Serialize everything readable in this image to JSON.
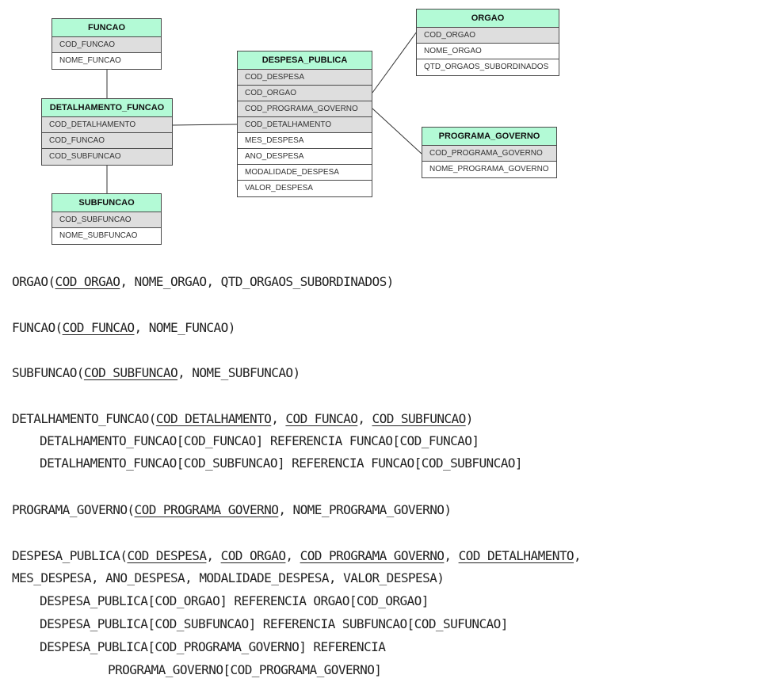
{
  "entities": {
    "funcao": {
      "title": "FUNCAO",
      "attrs": [
        "COD_FUNCAO",
        "NOME_FUNCAO"
      ]
    },
    "detalhamento": {
      "title": "DETALHAMENTO_FUNCAO",
      "attrs": [
        "COD_DETALHAMENTO",
        "COD_FUNCAO",
        "COD_SUBFUNCAO"
      ]
    },
    "subfuncao": {
      "title": "SUBFUNCAO",
      "attrs": [
        "COD_SUBFUNCAO",
        "NOME_SUBFUNCAO"
      ]
    },
    "despesa": {
      "title": "DESPESA_PUBLICA",
      "attrs": [
        "COD_DESPESA",
        "COD_ORGAO",
        "COD_PROGRAMA_GOVERNO",
        "COD_DETALHAMENTO",
        "MES_DESPESA",
        "ANO_DESPESA",
        "MODALIDADE_DESPESA",
        "VALOR_DESPESA"
      ]
    },
    "orgao": {
      "title": "ORGAO",
      "attrs": [
        "COD_ORGAO",
        "NOME_ORGAO",
        "QTD_ORGAOS_SUBORDINADOS"
      ]
    },
    "programa": {
      "title": "PROGRAMA_GOVERNO",
      "attrs": [
        "COD_PROGRAMA_GOVERNO",
        "NOME_PROGRAMA_GOVERNO"
      ]
    }
  },
  "schema": {
    "orgao": {
      "name": "ORGAO(",
      "k1": "COD_ORGAO",
      "rest": ", NOME_ORGAO, QTD_ORGAOS_SUBORDINADOS)"
    },
    "funcao": {
      "name": "FUNCAO(",
      "k1": "COD_FUNCAO",
      "rest": ", NOME_FUNCAO)"
    },
    "subfuncao": {
      "name": "SUBFUNCAO(",
      "k1": "COD_SUBFUNCAO",
      "rest": ", NOME_SUBFUNCAO)"
    },
    "detalhamento": {
      "name": "DETALHAMENTO_FUNCAO(",
      "k1": "COD_DETALHAMENTO",
      "sep1": ", ",
      "k2": "COD_FUNCAO",
      "sep2": ", ",
      "k3": "COD_SUBFUNCAO",
      "end": ")",
      "fk1": "DETALHAMENTO_FUNCAO[COD_FUNCAO] REFERENCIA FUNCAO[COD_FUNCAO]",
      "fk2": "DETALHAMENTO_FUNCAO[COD_SUBFUNCAO] REFERENCIA FUNCAO[COD_SUBFUNCAO]"
    },
    "programa": {
      "name": "PROGRAMA_GOVERNO(",
      "k1": "COD_PROGRAMA_GOVERNO",
      "rest": ", NOME_PROGRAMA_GOVERNO)"
    },
    "despesa": {
      "name": "DESPESA_PUBLICA(",
      "k1": "COD_DESPESA",
      "sep1": ", ",
      "k2": "COD_ORGAO",
      "sep2": ", ",
      "k3": "COD_PROGRAMA_GOVERNO",
      "sep3": ", ",
      "k4": "COD_DETALHAMENTO",
      "end": ",",
      "line2": "MES_DESPESA, ANO_DESPESA, MODALIDADE_DESPESA, VALOR_DESPESA)",
      "fk1": "DESPESA_PUBLICA[COD_ORGAO] REFERENCIA ORGAO[COD_ORGAO]",
      "fk2": "DESPESA_PUBLICA[COD_SUBFUNCAO] REFERENCIA SUBFUNCAO[COD_SUFUNCAO]",
      "fk3": "DESPESA_PUBLICA[COD_PROGRAMA_GOVERNO] REFERENCIA",
      "fk3b": "PROGRAMA_GOVERNO[COD_PROGRAMA_GOVERNO]"
    }
  }
}
